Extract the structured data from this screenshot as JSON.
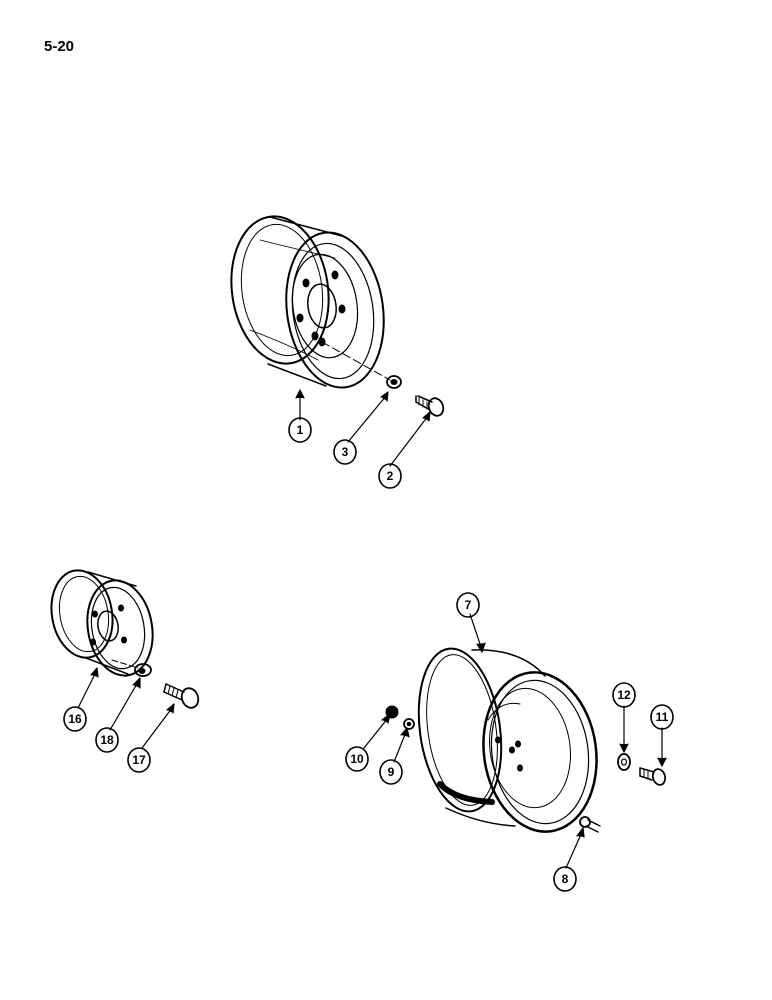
{
  "page": {
    "number": "5-20"
  },
  "callouts": [
    {
      "id": "c1",
      "label": "1"
    },
    {
      "id": "c2",
      "label": "2"
    },
    {
      "id": "c3",
      "label": "3"
    },
    {
      "id": "c7",
      "label": "7"
    },
    {
      "id": "c8",
      "label": "8"
    },
    {
      "id": "c9",
      "label": "9"
    },
    {
      "id": "c10",
      "label": "10"
    },
    {
      "id": "c11",
      "label": "11"
    },
    {
      "id": "c12",
      "label": "12"
    },
    {
      "id": "c16",
      "label": "16"
    },
    {
      "id": "c17",
      "label": "17"
    },
    {
      "id": "c18",
      "label": "18"
    }
  ],
  "colors": {
    "ink": "#000000",
    "paper": "#ffffff"
  }
}
